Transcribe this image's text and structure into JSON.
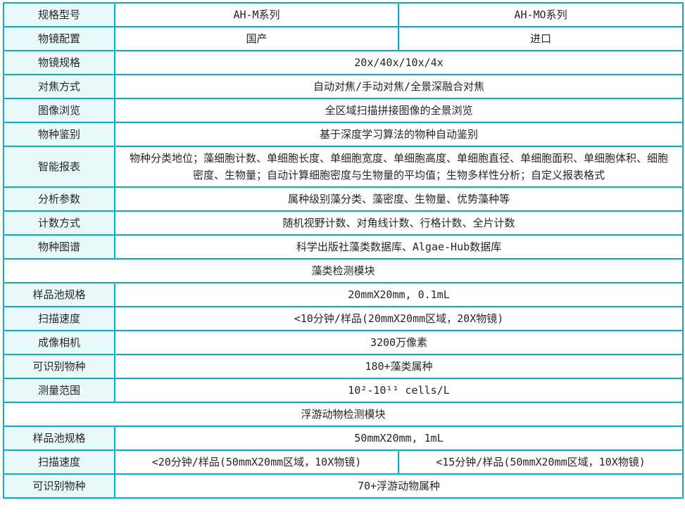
{
  "colors": {
    "border": "#00b3c4",
    "label_bg": "#e9f8fa",
    "section_text": "#ff7e00",
    "body_text": "#262626"
  },
  "rows": [
    {
      "label": "规格型号",
      "value1": "AH-M系列",
      "value2": "AH-MO系列"
    },
    {
      "label": "物镜配置",
      "value1": "国产",
      "value2": "进口"
    },
    {
      "label": "物镜规格",
      "value": "20x/40x/10x/4x"
    },
    {
      "label": "对焦方式",
      "value": "自动对焦/手动对焦/全景深融合对焦"
    },
    {
      "label": "图像浏览",
      "value": "全区域扫描拼接图像的全景浏览"
    },
    {
      "label": "物种鉴别",
      "value": "基于深度学习算法的物种自动鉴别"
    },
    {
      "label": "智能报表",
      "value": "物种分类地位；藻细胞计数、单细胞长度、单细胞宽度、单细胞高度、单细胞直径、单细胞面积、单细胞体积、细胞密度、生物量；自动计算细胞密度与生物量的平均值；生物多样性分析；自定义报表格式"
    },
    {
      "label": "分析参数",
      "value": "属种级别藻分类、藻密度、生物量、优势藻种等"
    },
    {
      "label": "计数方式",
      "value": "随机视野计数、对角线计数、行格计数、全片计数"
    },
    {
      "label": "物种图谱",
      "value": "科学出版社藻类数据库、Algae-Hub数据库"
    },
    {
      "section": "藻类检测模块"
    },
    {
      "label": "样品池规格",
      "value": "20mmX20mm, 0.1mL"
    },
    {
      "label": "扫描速度",
      "value": "<10分钟/样品(20mmX20mm区域，20X物镜)"
    },
    {
      "label": "成像相机",
      "value": "3200万像素"
    },
    {
      "label": "可识别物种",
      "value": "180+藻类属种"
    },
    {
      "label": "测量范围",
      "value": "10²-10¹¹ cells/L"
    },
    {
      "section": "浮游动物检测模块"
    },
    {
      "label": "样品池规格",
      "value": "50mmX20mm, 1mL"
    },
    {
      "label": "扫描速度",
      "value1": "<20分钟/样品(50mmX20mm区域，10X物镜)",
      "value2": "<15分钟/样品(50mmX20mm区域，10X物镜)"
    },
    {
      "label": "可识别物种",
      "value": "70+浮游动物属种"
    }
  ]
}
